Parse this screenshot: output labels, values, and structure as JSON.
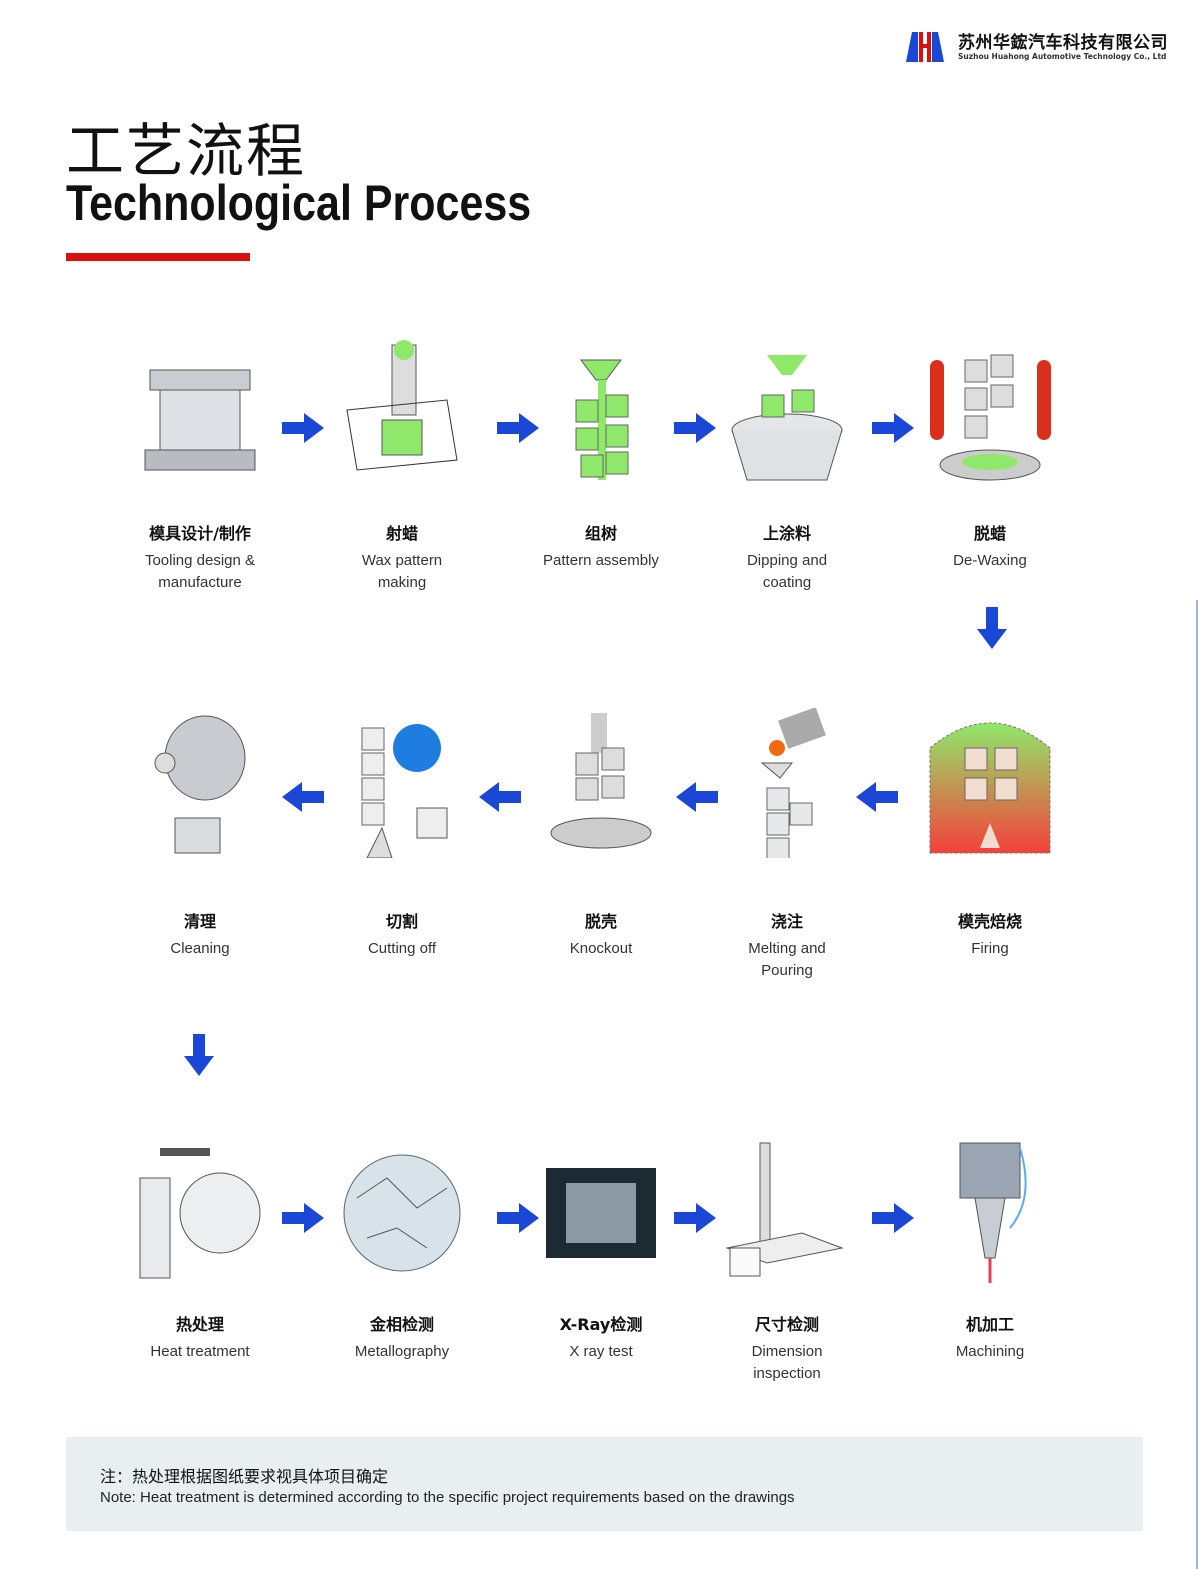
{
  "header": {
    "company_cn": "苏州华鋐汽车科技有限公司",
    "company_en": "Suzhou Huahong Automotive Technology Co., Ltd",
    "logo_text": "HH"
  },
  "title": {
    "cn": "工艺流程",
    "en": "Technological Process"
  },
  "colors": {
    "accent_red": "#d9100f",
    "arrow_blue": "#1a47d6",
    "wax_green": "#8fe86a",
    "note_bg": "#e9eef0"
  },
  "steps": [
    {
      "cn": "模具设计/制作",
      "en": "Tooling design & manufacture",
      "icon": "mold-icon"
    },
    {
      "cn": "射蜡",
      "en": "Wax pattern making",
      "icon": "wax-injection-icon"
    },
    {
      "cn": "组树",
      "en": "Pattern assembly",
      "icon": "pattern-tree-icon"
    },
    {
      "cn": "上涂料",
      "en": "Dipping and coating",
      "icon": "dipping-icon"
    },
    {
      "cn": "脱蜡",
      "en": "De-Waxing",
      "icon": "dewax-icon"
    },
    {
      "cn": "模壳焙烧",
      "en": "Firing",
      "icon": "firing-icon"
    },
    {
      "cn": "浇注",
      "en": "Melting and Pouring",
      "icon": "pouring-icon"
    },
    {
      "cn": "脱壳",
      "en": "Knockout",
      "icon": "knockout-icon"
    },
    {
      "cn": "切割",
      "en": "Cutting off",
      "icon": "cutting-icon"
    },
    {
      "cn": "清理",
      "en": "Cleaning",
      "icon": "cleaning-icon"
    },
    {
      "cn": "热处理",
      "en": "Heat treatment",
      "icon": "furnace-icon"
    },
    {
      "cn": "金相检测",
      "en": "Metallography",
      "icon": "microscope-sample-icon"
    },
    {
      "cn": "X-Ray检测",
      "en": "X ray test",
      "icon": "xray-icon"
    },
    {
      "cn": "尺寸检测",
      "en": "Dimension inspection",
      "icon": "caliper-icon"
    },
    {
      "cn": "机加工",
      "en": "Machining",
      "icon": "cnc-spindle-icon"
    }
  ],
  "note": {
    "cn": "注：热处理根据图纸要求视具体项目确定",
    "en": "Note: Heat treatment is determined according to the specific project requirements based on the drawings"
  }
}
